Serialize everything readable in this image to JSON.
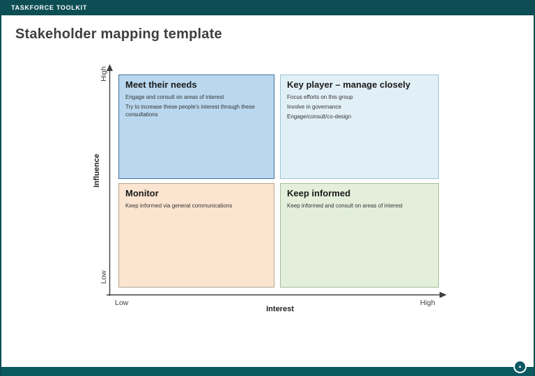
{
  "topbar": {
    "title": "TASKFORCE TOOLKIT"
  },
  "page": {
    "title": "Stakeholder mapping template"
  },
  "matrix": {
    "y_axis": {
      "label": "Influence",
      "top": "High",
      "bottom": "Low"
    },
    "x_axis": {
      "label": "Interest",
      "left": "Low",
      "right": "High"
    },
    "quadrants": [
      {
        "title": "Meet their needs",
        "lines": [
          "Engage and consult on areas of interest",
          "Try to increase these people's interest through these consultations"
        ],
        "bg": "#b9d8ef",
        "border": "#41719c"
      },
      {
        "title": "Key player – manage closely",
        "lines": [
          "Focus efforts on this group",
          "Involve in governance",
          "Engage/consult/co-design"
        ],
        "bg": "#e1f0f7",
        "border": "#9cc3d5"
      },
      {
        "title": "Monitor",
        "lines": [
          "Keep informed via general communications"
        ],
        "bg": "#fbe5d0",
        "border": "#b3a492"
      },
      {
        "title": "Keep informed",
        "lines": [
          "Keep informed and consult on areas of interest"
        ],
        "bg": "#e3efdb",
        "border": "#a4bd96"
      }
    ]
  },
  "footer": {
    "badge_glyph": "▲"
  },
  "colors": {
    "topbar": "#0d4e54",
    "footer": "#0b5a61",
    "badge": "#0b5a61",
    "edge": "#0d4e54",
    "axis": "#404040"
  }
}
